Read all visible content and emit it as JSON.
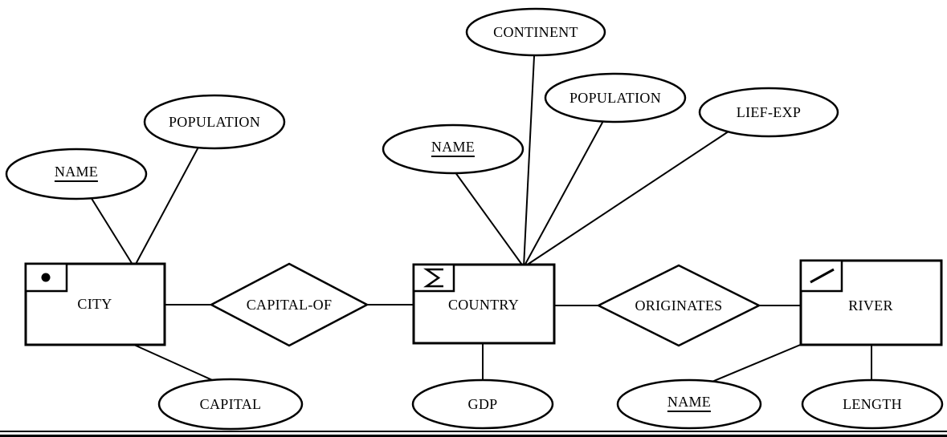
{
  "diagram": {
    "type": "entity-relationship-diagram",
    "colors": {
      "stroke": "#000000",
      "background": "#ffffff",
      "text": "#000000"
    },
    "entities": [
      {
        "id": "city",
        "label": "CITY",
        "corner_icon": "filled-dot"
      },
      {
        "id": "country",
        "label": "COUNTRY",
        "corner_icon": "sigma"
      },
      {
        "id": "river",
        "label": "RIVER",
        "corner_icon": "diagonal-stroke"
      }
    ],
    "relationships": [
      {
        "id": "capital-of",
        "label": "CAPITAL-OF",
        "between": [
          "CITY",
          "COUNTRY"
        ]
      },
      {
        "id": "originates",
        "label": "ORIGINATES",
        "between": [
          "COUNTRY",
          "RIVER"
        ]
      }
    ],
    "attributes": [
      {
        "id": "city-name",
        "label": "NAME",
        "entity": "CITY",
        "key": true
      },
      {
        "id": "city-population",
        "label": "POPULATION",
        "entity": "CITY",
        "key": false
      },
      {
        "id": "capital",
        "label": "CAPITAL",
        "entity": "CITY",
        "key": false
      },
      {
        "id": "country-name",
        "label": "NAME",
        "entity": "COUNTRY",
        "key": true
      },
      {
        "id": "continent",
        "label": "CONTINENT",
        "entity": "COUNTRY",
        "key": false
      },
      {
        "id": "country-population",
        "label": "POPULATION",
        "entity": "COUNTRY",
        "key": false
      },
      {
        "id": "lief-exp",
        "label": "LIEF-EXP",
        "entity": "COUNTRY",
        "key": false
      },
      {
        "id": "gdp",
        "label": "GDP",
        "entity": "COUNTRY",
        "key": false
      },
      {
        "id": "river-name",
        "label": "NAME",
        "entity": "RIVER",
        "key": true
      },
      {
        "id": "length",
        "label": "LENGTH",
        "entity": "RIVER",
        "key": false
      }
    ]
  }
}
